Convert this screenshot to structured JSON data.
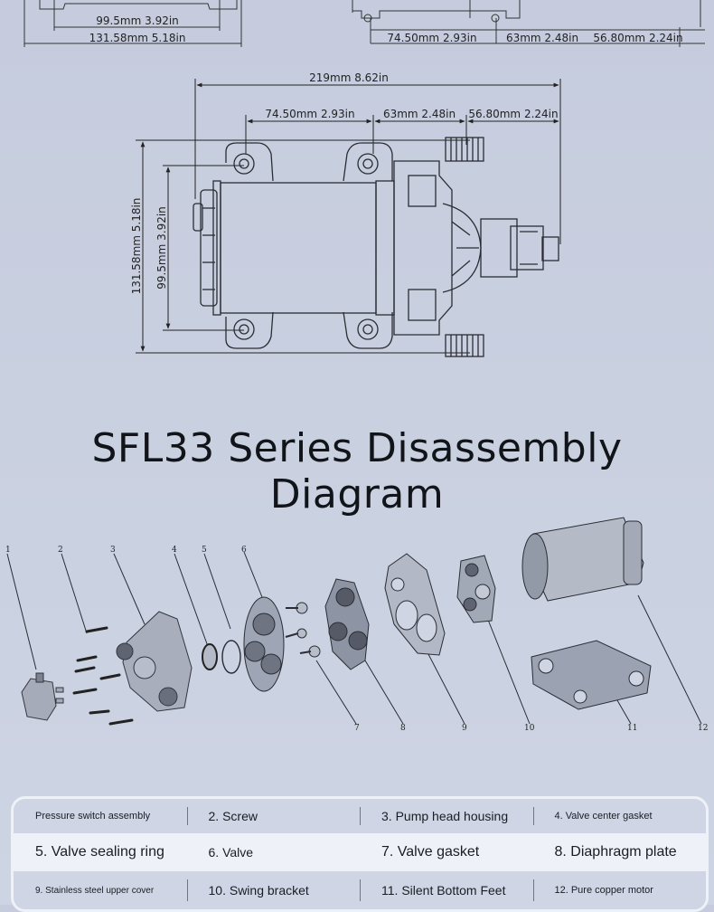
{
  "top_dimensions": {
    "left_inner": "99.5mm  3.92in",
    "left_outer": "131.58mm  5.18in",
    "right_a": "74.50mm  2.93in",
    "right_b": "63mm  2.48in",
    "right_c": "56.80mm  2.24in"
  },
  "main_dimensions": {
    "overall_length": "219mm  8.62in",
    "seg_a": "74.50mm  2.93in",
    "seg_b": "63mm  2.48in",
    "seg_c": "56.80mm  2.24in",
    "height_outer": "131.58mm  5.18in",
    "height_inner": "99.5mm  3.92in"
  },
  "title": "SFL33 Series Disassembly Diagram",
  "part_numbers": [
    "1",
    "2",
    "3",
    "4",
    "5",
    "6",
    "7",
    "8",
    "9",
    "10",
    "11",
    "12"
  ],
  "legend": {
    "row1": [
      "Pressure switch assembly",
      "2. Screw",
      "3. Pump head housing",
      "4. Valve center gasket"
    ],
    "row2": [
      "5. Valve sealing ring",
      "6. Valve",
      "7. Valve gasket",
      "8. Diaphragm plate"
    ],
    "row3": [
      "9. Stainless steel upper cover",
      "10. Swing bracket",
      "11. Silent Bottom Feet",
      "12. Pure copper motor"
    ]
  }
}
